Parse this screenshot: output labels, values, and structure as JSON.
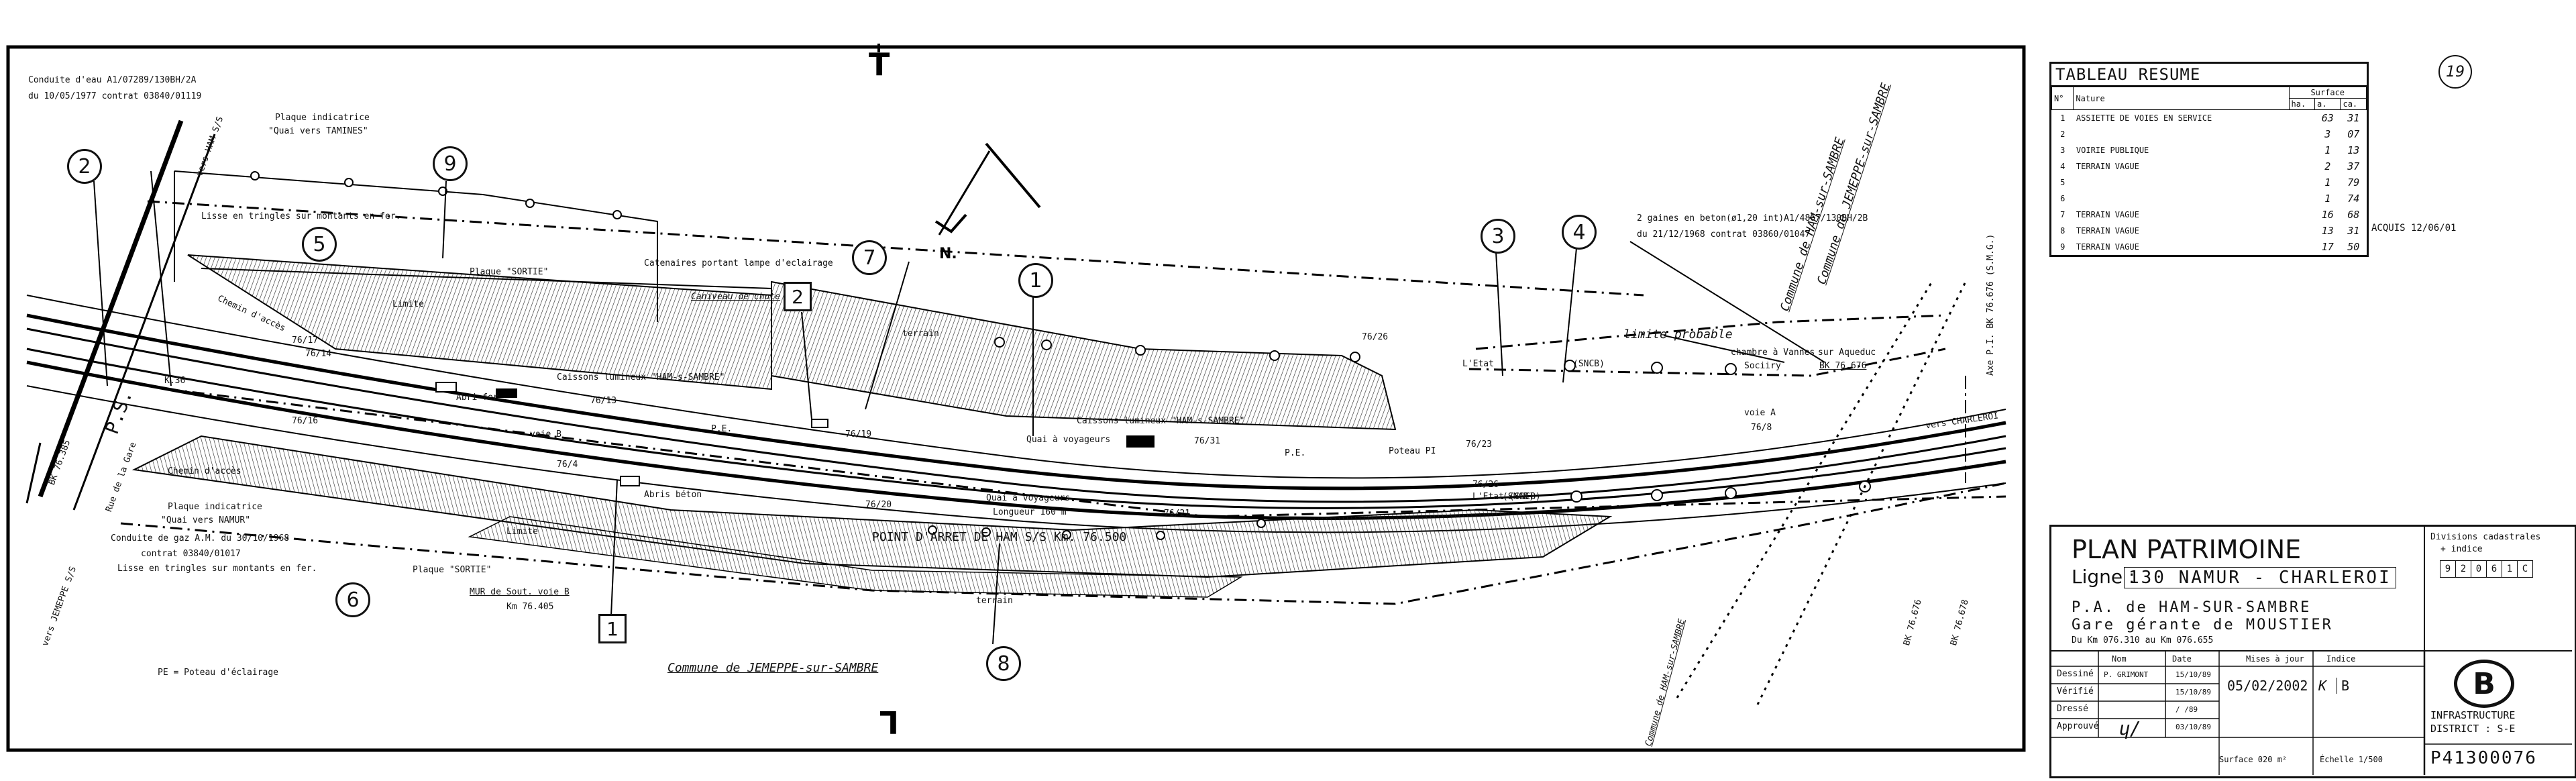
{
  "page_marker": "19",
  "north_label": "N.",
  "top_mark": "T",
  "bottom_mark": "L",
  "labels": {
    "conduite_eau_1": "Conduite d'eau A1/07289/130BH/2A",
    "conduite_eau_2": "du 10/05/1977 contrat 03840/01119",
    "plaque_tamines_1": "Plaque indicatrice",
    "plaque_tamines_2": "\"Quai vers TAMINES\"",
    "lisse_1": "Lisse en tringles sur montants en fer.",
    "plaque_sortie_top": "Plaque \"SORTIE\"",
    "catenaires": "Catenaires portant lampe d'eclairage",
    "caniveau": "Caniveau de chute",
    "caissons_1": "Caissons lumineux \"HAM-s-SAMBRE\"",
    "caissons_2": "Caissons lumineux \"HAM-s-SAMBRE\"",
    "quai_voyageurs_1": "Quai à voyageurs",
    "quai_voyageurs_2": "Quai à voyageurs",
    "longueur": "Longueur 160 m",
    "terrain": "terrain",
    "terrain_2": "terrain",
    "point_arret": "POINT D'ARRET DE HAM S/S Km. 76.500",
    "abris_beton": "Abris béton",
    "limite_1": "Limite",
    "limite_2": "Limite",
    "limite_probable": "limite probable",
    "chambre_1": "chambre à Vannes",
    "chambre_2": "Sociiry",
    "aqueduc_1": "sur Aqueduc",
    "aqueduc_2": "BK 76.676",
    "gaines_1": "2 gaines en beton(ø1,20 int)A1/4867/130BH/2B",
    "gaines_2": "du 21/12/1968 contrat 03860/01047",
    "axe_pi": "Axe P.I. BK 76.676 (S.M.G.)",
    "vers_charleroi": "vers CHARLEROI",
    "vers_ham": "vers HAM S/S",
    "vers_jemeppe": "vers JEMEPPE S/S",
    "bk_1": "BK 76.385",
    "bk_2": "BK 76.676",
    "bk_3": "BK 76.678",
    "k36": "K.36",
    "ps": "P.S.",
    "rue_gare": "Rue de la Gare",
    "plaque_namur_1": "Plaque indicatrice",
    "plaque_namur_2": "\"Quai vers NAMUR\"",
    "conduite_gaz_1": "Conduite de gaz A.M. du 30/10/1968",
    "conduite_gaz_2": "contrat 03840/01017",
    "lisse_2": "Lisse en tringles sur montants en fer.",
    "plaque_sortie_bottom": "Plaque \"SORTIE\"",
    "mur_1": "MUR de Sout. voie B",
    "mur_2": "Km 76.405",
    "commune_jemeppe": "Commune de JEMEPPE-sur-SAMBRE",
    "commune_ham": "Commune de HAM-sur-SAMBRE",
    "commune_jemeppe_rot": "Commune de JEMEPPE-sur-SAMBRE",
    "commune_left": "Commune de HAM-sur-SAMBRE",
    "pe_legend": "PE = Poteau d'éclairage",
    "pe": "P.E.",
    "poteau_pi": "Poteau PI",
    "abri_fer": "Abri fer",
    "chemin_acces_1": "Chemin d'accès",
    "chemin_acces_2": "Chemin d'accès",
    "sncb_1": "(SNCB)",
    "sncb_2": "(SNCB)",
    "etat_sncb": "L'Etat (SNCB)",
    "etat_asph": "L'Etat",
    "km_76_26_1": "76/26",
    "km_76_26_2": "76/26",
    "km_76_13": "76/13",
    "km_76_19": "76/19",
    "km_76_20": "76/20",
    "km_76_21": "76/21",
    "km_76_23": "76/23",
    "km_76_31": "76/31",
    "km_76_16": "76/16",
    "km_76_17": "76/17",
    "km_76_4": "76/4",
    "km_76_14": "76/14",
    "km_76_8": "76/8",
    "voie_a": "voie A",
    "voie_b": "voie B"
  },
  "circled_numbers": [
    "1",
    "2",
    "3",
    "4",
    "5",
    "6",
    "7",
    "8",
    "9"
  ],
  "boxed_numbers": [
    "1",
    "2"
  ],
  "tableau": {
    "title": "TABLEAU RESUME",
    "col_no": "N°",
    "col_nature": "Nature",
    "col_surface": "Surface",
    "col_ha": "ha.",
    "col_a": "a.",
    "col_ca": "ca.",
    "rows": [
      {
        "n": "1",
        "nature": "ASSIETTE DE VOIES EN SERVICE",
        "a": "63",
        "ca": "31",
        "note": ""
      },
      {
        "n": "2",
        "nature": "",
        "a": "3",
        "ca": "07",
        "note": ""
      },
      {
        "n": "3",
        "nature": "VOIRIE PUBLIQUE",
        "a": "1",
        "ca": "13",
        "note": ""
      },
      {
        "n": "4",
        "nature": "TERRAIN VAGUE",
        "a": "2",
        "ca": "37",
        "note": ""
      },
      {
        "n": "5",
        "nature": "",
        "a": "1",
        "ca": "79",
        "note": ""
      },
      {
        "n": "6",
        "nature": "",
        "a": "1",
        "ca": "74",
        "note": ""
      },
      {
        "n": "7",
        "nature": "TERRAIN VAGUE",
        "a": "16",
        "ca": "68",
        "note": ""
      },
      {
        "n": "8",
        "nature": "TERRAIN VAGUE",
        "a": "13",
        "ca": "31",
        "note": ""
      },
      {
        "n": "9",
        "nature": "TERRAIN VAGUE",
        "a": "17",
        "ca": "50",
        "note": "ACQUIS 12/06/01"
      }
    ]
  },
  "cartouche": {
    "title": "PLAN PATRIMOINE",
    "ligne_label": "Ligne :",
    "ligne_value": "130 NAMUR - CHARLEROI",
    "pa_line": "P.A. de HAM-SUR-SAMBRE",
    "gare_line": "Gare gérante de MOUSTIER",
    "km_range": "Du Km 076.310 au Km 076.655",
    "divisions_1": "Divisions cadastrales",
    "divisions_2": "+ indice",
    "cadastre_cells": [
      "9",
      "2",
      "0",
      "6",
      "1",
      "C"
    ],
    "h_nom": "Nom",
    "h_date": "Date",
    "h_mises": "Mises à jour",
    "h_indice": "Indice",
    "dessine": "Dessiné",
    "verifie": "Vérifié",
    "dresse": "Dressé",
    "approuve": "Approuvé",
    "dessine_nom": "P. GRIMONT",
    "dessine_date": "15/10/89",
    "verifie_date": "15/10/89",
    "dresse_date": "/ /89",
    "approuve_date": "03/10/89",
    "mise_date": "05/02/2002",
    "indice_1": "K",
    "indice_2": "B",
    "surface": "Surface 020 m²",
    "echelle": "Échelle 1/500",
    "logo_letter": "B",
    "infra_1": "INFRASTRUCTURE",
    "infra_2": "DISTRICT : S-E",
    "plan_no": "P41300076"
  }
}
